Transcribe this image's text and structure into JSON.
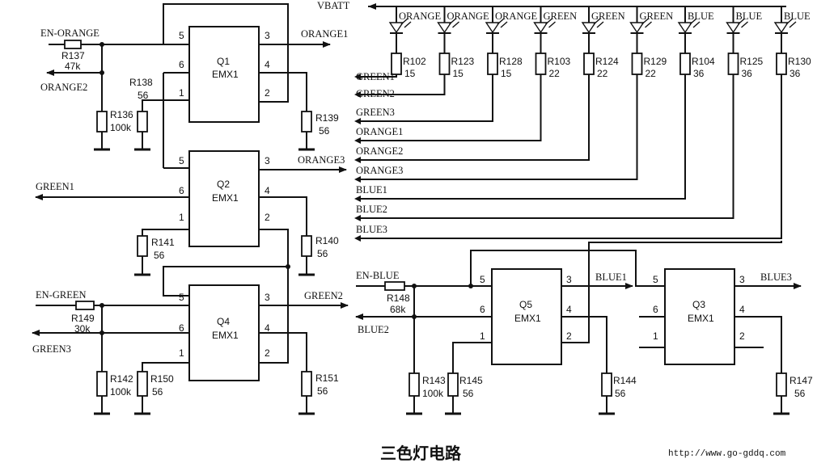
{
  "supply": {
    "vbatt": "VBATT"
  },
  "chips": [
    {
      "id": "q1",
      "name": "Q1",
      "part": "EMX1"
    },
    {
      "id": "q2",
      "name": "Q2",
      "part": "EMX1"
    },
    {
      "id": "q4",
      "name": "Q4",
      "part": "EMX1"
    },
    {
      "id": "q5",
      "name": "Q5",
      "part": "EMX1"
    },
    {
      "id": "q3",
      "name": "Q3",
      "part": "EMX1"
    }
  ],
  "pins": [
    "1",
    "2",
    "3",
    "4",
    "5",
    "6"
  ],
  "leds": [
    {
      "color": "ORANGE",
      "res": "R102",
      "value": "15",
      "signal": "GREEN1"
    },
    {
      "color": "ORANGE",
      "res": "R123",
      "value": "15",
      "signal": "GREEN2"
    },
    {
      "color": "ORANGE",
      "res": "R128",
      "value": "15",
      "signal": "GREEN3"
    },
    {
      "color": "GREEN",
      "res": "R103",
      "value": "22",
      "signal": "ORANGE1"
    },
    {
      "color": "GREEN",
      "res": "R124",
      "value": "22",
      "signal": "ORANGE2"
    },
    {
      "color": "GREEN",
      "res": "R129",
      "value": "22",
      "signal": "ORANGE3"
    },
    {
      "color": "BLUE",
      "res": "R104",
      "value": "36",
      "signal": "BLUE1"
    },
    {
      "color": "BLUE",
      "res": "R125",
      "value": "36",
      "signal": "BLUE2"
    },
    {
      "color": "BLUE",
      "res": "R130",
      "value": "36",
      "signal": "BLUE3"
    }
  ],
  "resistors": {
    "r137": {
      "ref": "R137",
      "value": "47k"
    },
    "r138": {
      "ref": "R138",
      "value": "56"
    },
    "r136": {
      "ref": "R136",
      "value": "100k"
    },
    "r139": {
      "ref": "R139",
      "value": "56"
    },
    "r141": {
      "ref": "R141",
      "value": "56"
    },
    "r140": {
      "ref": "R140",
      "value": "56"
    },
    "r149": {
      "ref": "R149",
      "value": "30k"
    },
    "r142": {
      "ref": "R142",
      "value": "100k"
    },
    "r150": {
      "ref": "R150",
      "value": "56"
    },
    "r151": {
      "ref": "R151",
      "value": "56"
    },
    "r148": {
      "ref": "R148",
      "value": "68k"
    },
    "r143": {
      "ref": "R143",
      "value": "100k"
    },
    "r145": {
      "ref": "R145",
      "value": "56"
    },
    "r144": {
      "ref": "R144",
      "value": "56"
    },
    "r147": {
      "ref": "R147",
      "value": "56"
    }
  },
  "signals": {
    "en_orange": "EN-ORANGE",
    "orange1": "ORANGE1",
    "orange2": "ORANGE2",
    "orange3": "ORANGE3",
    "green1": "GREEN1",
    "green2": "GREEN2",
    "green3": "GREEN3",
    "en_green": "EN-GREEN",
    "en_blue": "EN-BLUE",
    "blue1": "BLUE1",
    "blue2": "BLUE2",
    "blue3": "BLUE3"
  },
  "caption": "三色灯电路",
  "watermark": "http://www.go-gddq.com"
}
